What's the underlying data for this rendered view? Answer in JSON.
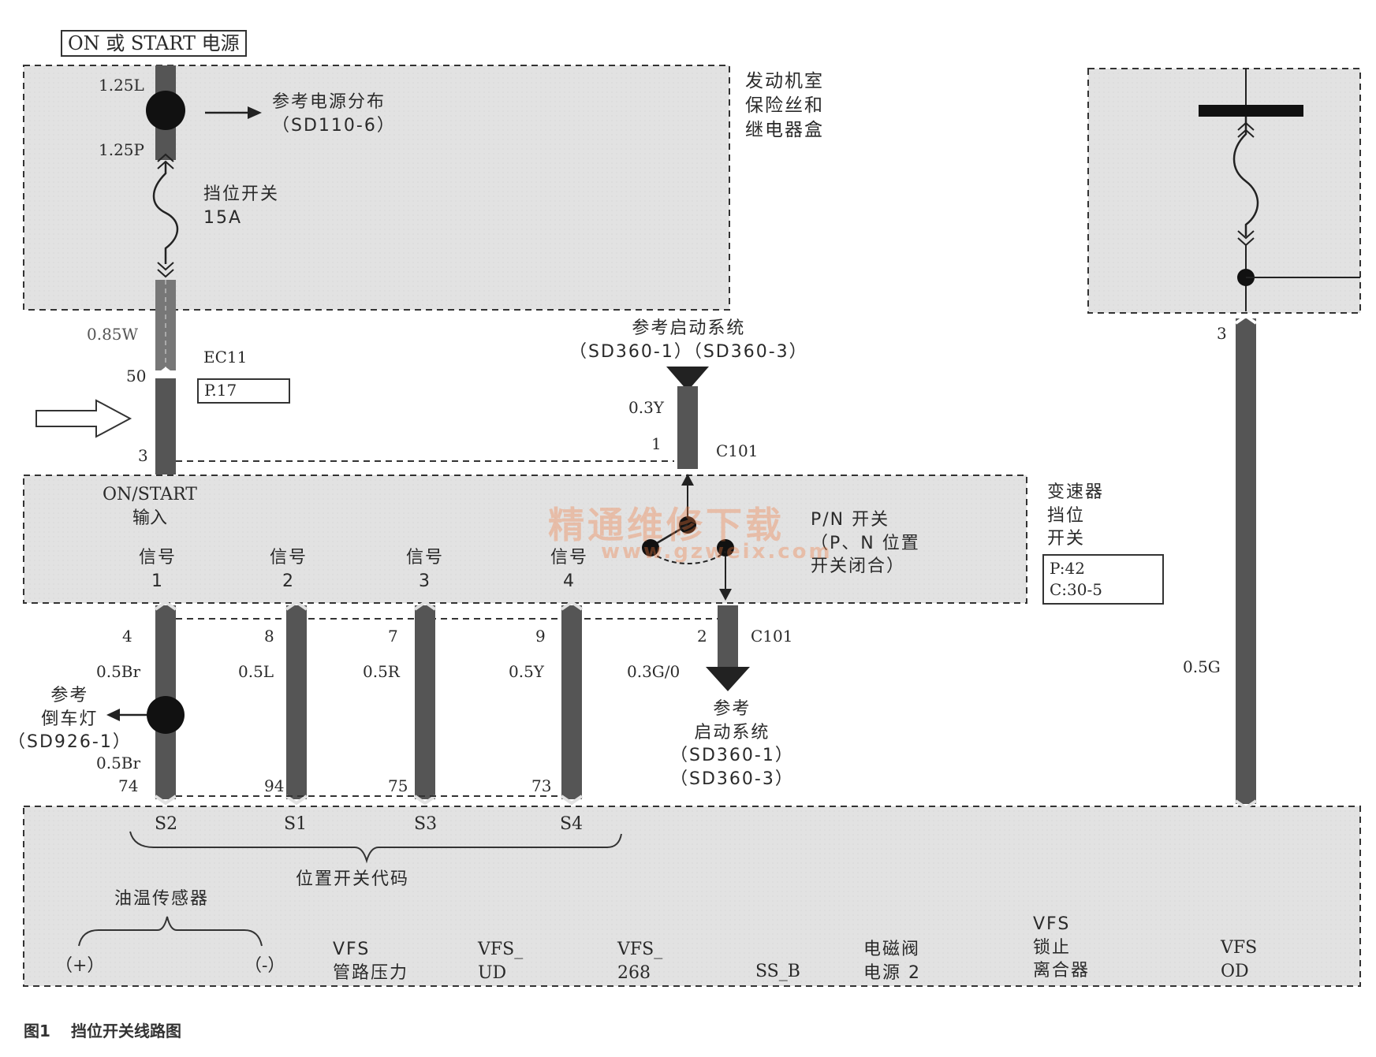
{
  "power_label": "ON 或 START 电源",
  "engine_fuse_box": {
    "name": "发动机室\n保险丝和\n继电器盒",
    "wire_top": "1.25L",
    "wire_mid": "1.25P",
    "ref": "参考电源分布\n（SD110-6）",
    "fuse": "挡位开关\n15A"
  },
  "wire_085w": "0.85W",
  "ec11": {
    "name": "EC11",
    "pin50": "50",
    "pin3": "3",
    "page": "P.17"
  },
  "start_ref_top": "参考启动系统\n（SD360-1）（SD360-3）",
  "c101_top": {
    "wire": "0.3Y",
    "pin": "1",
    "name": "C101"
  },
  "switch_box": {
    "name": "变速器\n挡位\n开关",
    "pages": "P:42\nC:30-5",
    "input": "ON/START\n输入",
    "signals": [
      "信号\n1",
      "信号\n2",
      "信号\n3",
      "信号\n4"
    ],
    "pn": "P/N 开关\n（P、N 位置\n开关闭合）"
  },
  "c101_bottom": {
    "pin": "2",
    "name": "C101",
    "wire": "0.3G/0"
  },
  "start_ref_bottom": "参考\n启动系统\n（SD360-1）\n（SD360-3）",
  "signal_wires": [
    {
      "pin_top": "4",
      "wire": "0.5Br",
      "pin_bottom": "74",
      "code": "S2"
    },
    {
      "pin_top": "8",
      "wire": "0.5L",
      "pin_bottom": "94",
      "code": "S1"
    },
    {
      "pin_top": "7",
      "wire": "0.5R",
      "pin_bottom": "75",
      "code": "S3"
    },
    {
      "pin_top": "9",
      "wire": "0.5Y",
      "pin_bottom": "73",
      "code": "S4"
    }
  ],
  "reverse_ref": "参考\n倒车灯\n（SD926-1）",
  "wire_05br_lower": "0.5Br",
  "position_code": "位置开关代码",
  "oil_temp": {
    "label": "油温传感器",
    "plus": "（+）",
    "minus": "（-）"
  },
  "tcm_labels": [
    "VFS\n管路压力",
    "VFS_\nUD",
    "VFS_\n268",
    "SS_B",
    "电磁阀\n电源 2",
    "VFS\n锁止\n离合器",
    "VFS\nOD"
  ],
  "right_fuse": {
    "pin": "3",
    "wire": "0.5G"
  },
  "watermark": {
    "cn": "精通维修下载",
    "url": "www.gzweix.com"
  },
  "caption": {
    "fig": "图1",
    "text": "挡位开关线路图"
  },
  "colors": {
    "box_fill": "#e1e1e1",
    "wire": "#555555",
    "line": "#222222"
  }
}
